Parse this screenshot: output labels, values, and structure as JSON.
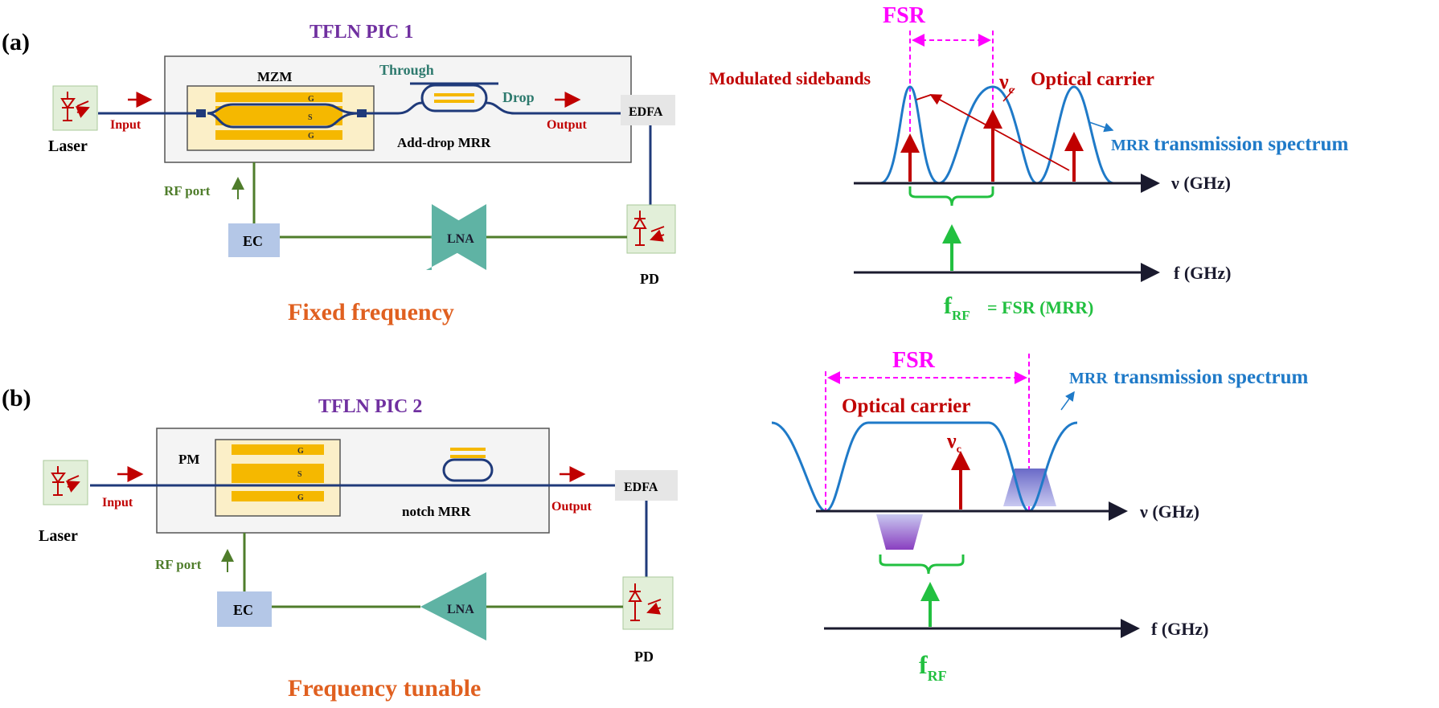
{
  "panel_a": {
    "label": "(a)",
    "pic_title": "TFLN PIC 1",
    "laser": "Laser",
    "input": "Input",
    "modulator": "MZM",
    "electrode_g": "G",
    "electrode_s": "S",
    "through": "Through",
    "drop": "Drop",
    "mrr": "Add-drop MRR",
    "output": "Output",
    "edfa": "EDFA",
    "pd": "PD",
    "lna": "LNA",
    "ec": "EC",
    "rf_port": "RF port",
    "caption": "Fixed frequency",
    "spectrum": {
      "fsr": "FSR",
      "sidebands": "Modulated sidebands",
      "nu": "ν",
      "nu_sub": "c",
      "carrier": "Optical carrier",
      "mrr_word": "MRR",
      "transmission": "transmission spectrum",
      "axis_nu": "ν  (GHz)",
      "axis_f": "f  (GHz)",
      "frf_main": "f",
      "frf_sub": "RF",
      "frf_eq": "= FSR (MRR)"
    }
  },
  "panel_b": {
    "label": "(b)",
    "pic_title": "TFLN PIC 2",
    "laser": "Laser",
    "input": "Input",
    "modulator": "PM",
    "electrode_g": "G",
    "electrode_s": "S",
    "mrr": "notch MRR",
    "output": "Output",
    "edfa": "EDFA",
    "pd": "PD",
    "lna": "LNA",
    "ec": "EC",
    "rf_port": "RF port",
    "caption": "Frequency tunable",
    "spectrum": {
      "fsr": "FSR",
      "mrr_word": "MRR",
      "transmission": "transmission spectrum",
      "carrier": "Optical carrier",
      "nu": "ν",
      "nu_sub": "c",
      "axis_nu": "ν  (GHz)",
      "axis_f": "f  (GHz)",
      "frf_main": "f",
      "frf_sub": "RF"
    }
  },
  "colors": {
    "waveguide": "#1f3a7a",
    "electrode": "#f5b800",
    "rf_green": "#4f7d2b",
    "red": "#c00000",
    "blue": "#1f7ac8",
    "magenta": "#ff00ff",
    "bright_green": "#22c040",
    "purple": "#7030a0",
    "orange": "#e06020",
    "teal": "#2e7a6e",
    "lna": "#5fb3a4",
    "ec_box": "#b4c7e7",
    "edfa_box": "#e6e6e6",
    "device_box": "#e2efd9"
  }
}
